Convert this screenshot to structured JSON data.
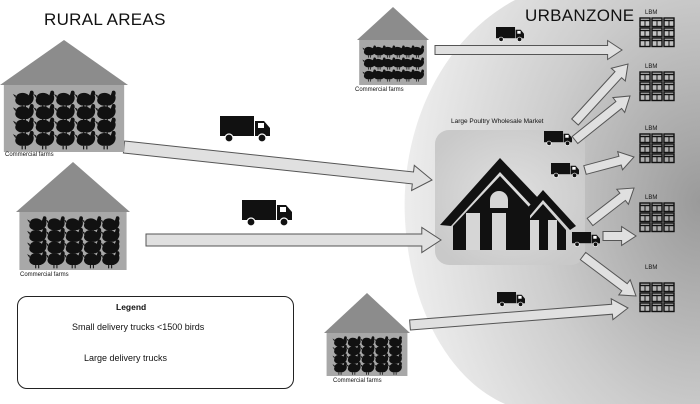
{
  "regions": {
    "rural": "RURAL AREAS",
    "urban": "URBANZONE"
  },
  "farms": {
    "caption": "Commercial farms"
  },
  "market": {
    "label": "Large Poultry Wholesale Market"
  },
  "lbm": {
    "label": "LBM"
  },
  "legend": {
    "title": "Legend",
    "small_label": "Small delivery trucks <1500 birds",
    "large_label": "Large delivery trucks"
  },
  "colors": {
    "roof": "#8c8c8c",
    "wall": "#a8a8a8",
    "arrow_fill": "#e0e0e0",
    "arrow_stroke": "#555555",
    "urban_zone": "#d4d4d4",
    "silhouette": "#111111"
  },
  "icons": {
    "truck": "truck-icon",
    "chicken": "chicken-icon",
    "market": "market-building-icon",
    "market_stall": "market-stall-icon"
  }
}
